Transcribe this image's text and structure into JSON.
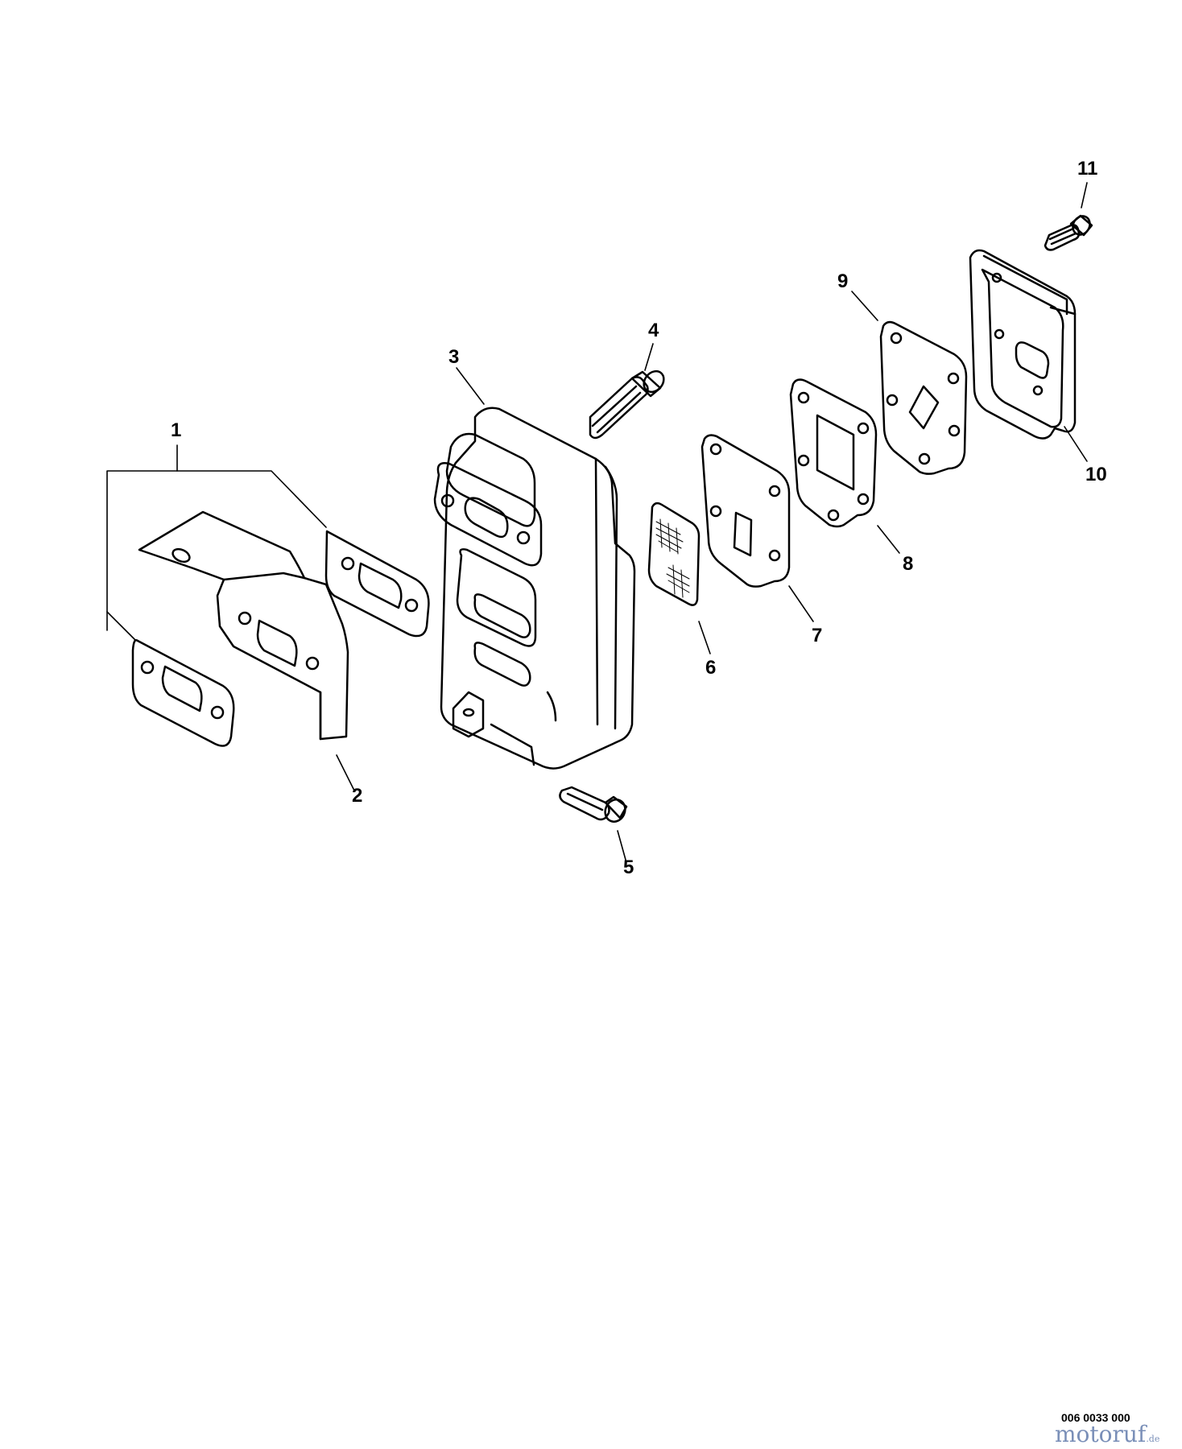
{
  "callouts": {
    "c1": "1",
    "c2": "2",
    "c3": "3",
    "c4": "4",
    "c5": "5",
    "c6": "6",
    "c7": "7",
    "c8": "8",
    "c9": "9",
    "c10": "10",
    "c11": "11"
  },
  "drawing_code": "006 0033 000",
  "logo": {
    "name": "motoruf",
    "tld": ".de",
    "color": "#7a8fb8"
  },
  "colors": {
    "line": "#000000",
    "background": "#ffffff"
  }
}
